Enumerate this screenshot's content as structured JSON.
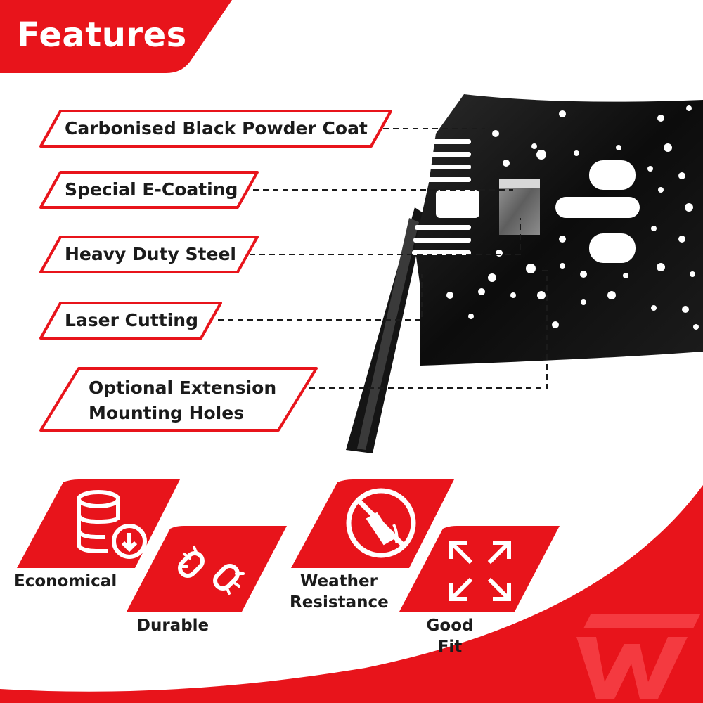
{
  "header": {
    "title": "Features"
  },
  "features": [
    {
      "label": "Carbonised Black Powder Coat"
    },
    {
      "label": "Special E-Coating"
    },
    {
      "label": "Heavy Duty Steel"
    },
    {
      "label": "Laser Cutting"
    },
    {
      "label": "Optional Extension",
      "label_line2": "Mounting Holes"
    }
  ],
  "benefits": [
    {
      "label": "Economical",
      "icon": "database-download-icon"
    },
    {
      "label": "Durable",
      "icon": "broken-chain-icon"
    },
    {
      "label": "Weather",
      "label_line2": "Resistance",
      "icon": "no-water-bucket-icon"
    },
    {
      "label": "Good",
      "label_line2": "Fit",
      "icon": "expand-arrows-icon"
    }
  ],
  "colors": {
    "accent": "#e8141b",
    "text": "#1b1b1b",
    "plate": "#111111",
    "background": "#ffffff"
  }
}
